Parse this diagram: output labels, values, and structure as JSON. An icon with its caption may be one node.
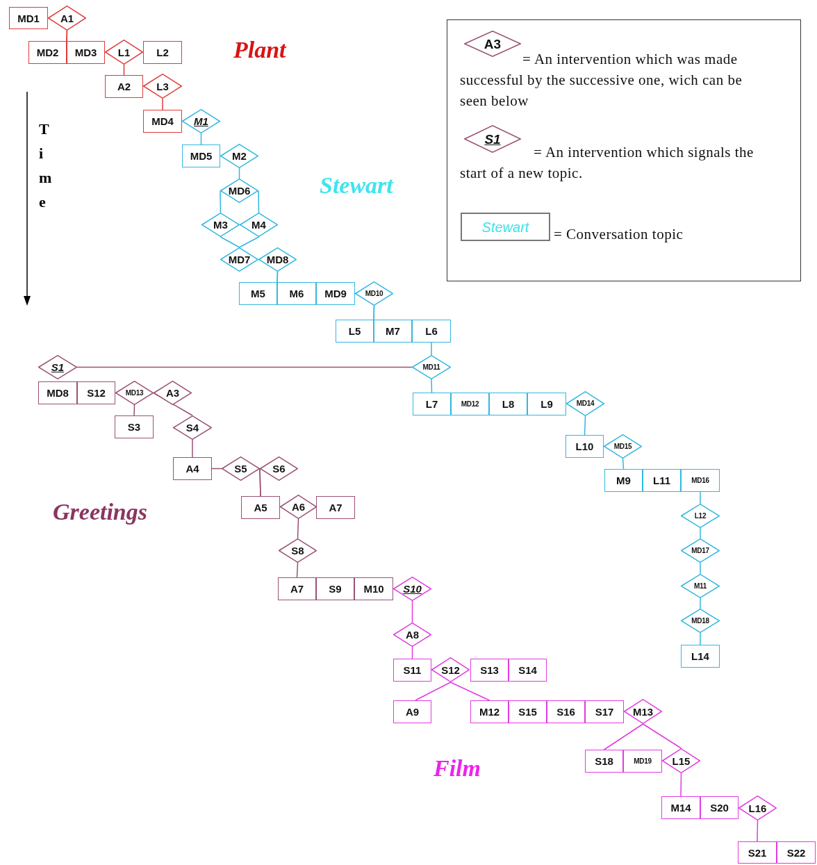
{
  "diagram": {
    "nodes": [
      {
        "text": [
          "MD1"
        ]
      },
      {
        "text": [
          "A1"
        ]
      },
      {
        "text": [
          "MD2"
        ]
      },
      {
        "text": [
          "MD3"
        ]
      },
      {
        "text": [
          "L1"
        ]
      },
      {
        "text": [
          "L2"
        ]
      },
      {
        "text": [
          "A2"
        ]
      },
      {
        "text": [
          "L3"
        ]
      },
      {
        "text": [
          "MD4"
        ]
      },
      {
        "text": [
          "M1"
        ]
      },
      {
        "text": [
          "MD5"
        ]
      },
      {
        "text": [
          "M2"
        ]
      },
      {
        "text": [
          "MD6"
        ]
      },
      {
        "text": [
          "M3"
        ]
      },
      {
        "text": [
          "M4"
        ]
      },
      {
        "text": [
          "MD7"
        ]
      },
      {
        "text": [
          "MD8"
        ]
      },
      {
        "text": [
          "M5"
        ]
      },
      {
        "text": [
          "M6"
        ]
      },
      {
        "text": [
          "MD9"
        ]
      },
      {
        "text": [
          "MD10"
        ]
      },
      {
        "text": [
          "L5"
        ]
      },
      {
        "text": [
          "M7"
        ]
      },
      {
        "text": [
          "L6"
        ]
      },
      {
        "text": [
          "MD11"
        ]
      },
      {
        "text": [
          "S1"
        ]
      },
      {
        "text": [
          "MD8"
        ]
      },
      {
        "text": [
          "S12"
        ]
      },
      {
        "text": [
          "MD13"
        ]
      },
      {
        "text": [
          "A3"
        ]
      },
      {
        "text": [
          "S3"
        ]
      },
      {
        "text": [
          "S4"
        ]
      },
      {
        "text": [
          "A4"
        ]
      },
      {
        "text": [
          "S5"
        ]
      },
      {
        "text": [
          "S6"
        ]
      },
      {
        "text": [
          "A5"
        ]
      },
      {
        "text": [
          "A6"
        ]
      },
      {
        "text": [
          "A7"
        ]
      },
      {
        "text": [
          "S8"
        ]
      },
      {
        "text": [
          "A7"
        ]
      },
      {
        "text": [
          "S9"
        ]
      },
      {
        "text": [
          "M10"
        ]
      },
      {
        "text": [
          "L7"
        ]
      },
      {
        "text": [
          "MD12"
        ]
      },
      {
        "text": [
          "L8"
        ]
      },
      {
        "text": [
          "L9"
        ]
      },
      {
        "text": [
          "MD14"
        ]
      },
      {
        "text": [
          "L10"
        ]
      },
      {
        "text": [
          "MD15"
        ]
      },
      {
        "text": [
          "M9"
        ]
      },
      {
        "text": [
          "L11"
        ]
      },
      {
        "text": [
          "MD16"
        ]
      },
      {
        "text": [
          "L12"
        ]
      },
      {
        "text": [
          "MD17"
        ]
      },
      {
        "text": [
          "M11"
        ]
      },
      {
        "text": [
          "MD18"
        ]
      },
      {
        "text": [
          "L14"
        ]
      },
      {
        "text": [
          "S10"
        ]
      },
      {
        "text": [
          "A8"
        ]
      },
      {
        "text": [
          "S11"
        ]
      },
      {
        "text": [
          "S12"
        ]
      },
      {
        "text": [
          "S13"
        ]
      },
      {
        "text": [
          "S14"
        ]
      },
      {
        "text": [
          "A9"
        ]
      },
      {
        "text": [
          "M12"
        ]
      },
      {
        "text": [
          "S15"
        ]
      },
      {
        "text": [
          "S16"
        ]
      },
      {
        "text": [
          "S17"
        ]
      },
      {
        "text": [
          "M13"
        ]
      },
      {
        "text": [
          "S18"
        ]
      },
      {
        "text": [
          "MD19"
        ]
      },
      {
        "text": [
          "L15"
        ]
      },
      {
        "text": [
          "M14"
        ]
      },
      {
        "text": [
          "S20"
        ]
      },
      {
        "text": [
          "L16"
        ]
      },
      {
        "text": [
          "S21"
        ]
      },
      {
        "text": [
          "S22"
        ]
      },
      {
        "text": [
          "A3"
        ]
      },
      {
        "text": [
          "S1"
        ]
      },
      {
        "text": [
          "Stewart"
        ]
      }
    ],
    "edges": [
      {
        "from": 1,
        "to": 2,
        "arrow": "none",
        "color": "#e03a3a"
      },
      {
        "from": 1,
        "to": 3,
        "arrow": "none",
        "color": "#e03a3a"
      },
      {
        "from": 4,
        "to": 6,
        "arrow": "none",
        "color": "#e03a3a"
      },
      {
        "from": 7,
        "to": 8,
        "arrow": "none",
        "color": "#e03a3a"
      },
      {
        "from": 9,
        "to": 10,
        "arrow": "none"
      },
      {
        "from": 11,
        "to": 12,
        "arrow": "none"
      },
      {
        "from": 12,
        "to": 13,
        "arrow": "none"
      },
      {
        "from": 12,
        "to": 14,
        "arrow": "none"
      },
      {
        "from": 13,
        "to": 15,
        "arrow": "none"
      },
      {
        "from": 14,
        "to": 15,
        "arrow": "none"
      },
      {
        "from": 16,
        "to": 17,
        "arrow": "none"
      },
      {
        "from": 16,
        "to": 18,
        "arrow": "none"
      },
      {
        "from": 20,
        "to": 21,
        "arrow": "none"
      },
      {
        "from": 20,
        "to": 22,
        "arrow": "none"
      },
      {
        "from": 23,
        "to": 24,
        "arrow": "none"
      },
      {
        "from": 24,
        "to": 25,
        "arrow": "none",
        "color": "#9a5074"
      },
      {
        "from": 24,
        "to": 42,
        "arrow": "none"
      },
      {
        "from": 28,
        "to": 30,
        "arrow": "none",
        "color": "#9a5074"
      },
      {
        "from": 29,
        "to": 31,
        "arrow": "none",
        "color": "#9a5074"
      },
      {
        "from": 31,
        "to": 32,
        "arrow": "none",
        "color": "#9a5074"
      },
      {
        "from": 32,
        "to": 33,
        "arrow": "none",
        "color": "#9a5074"
      },
      {
        "from": 33,
        "to": 35,
        "arrow": "none",
        "color": "#9a5074"
      },
      {
        "from": 34,
        "to": 35,
        "arrow": "none",
        "color": "#9a5074"
      },
      {
        "from": 36,
        "to": 38,
        "arrow": "none",
        "color": "#9a5074"
      },
      {
        "from": 38,
        "to": 39,
        "arrow": "none",
        "color": "#9a5074"
      },
      {
        "from": 46,
        "to": 47,
        "arrow": "none"
      },
      {
        "from": 48,
        "to": 49,
        "arrow": "none"
      },
      {
        "from": 51,
        "to": 52,
        "arrow": "none"
      },
      {
        "from": 52,
        "to": 53,
        "arrow": "none"
      },
      {
        "from": 53,
        "to": 54,
        "arrow": "none"
      },
      {
        "from": 54,
        "to": 55,
        "arrow": "none"
      },
      {
        "from": 55,
        "to": 56,
        "arrow": "none"
      },
      {
        "from": 57,
        "to": 58,
        "arrow": "none",
        "color": "#e03ce0"
      },
      {
        "from": 58,
        "to": 59,
        "arrow": "none",
        "color": "#e03ce0"
      },
      {
        "from": 60,
        "to": 63,
        "arrow": "none",
        "color": "#e03ce0"
      },
      {
        "from": 60,
        "to": 64,
        "arrow": "none",
        "color": "#e03ce0"
      },
      {
        "from": 68,
        "to": 69,
        "arrow": "none",
        "color": "#e03ce0"
      },
      {
        "from": 68,
        "to": 71,
        "arrow": "none",
        "color": "#e03ce0"
      },
      {
        "from": 71,
        "to": 72,
        "arrow": "none",
        "color": "#e03ce0"
      },
      {
        "from": 74,
        "to": 75,
        "arrow": "none",
        "color": "#e03ce0"
      }
    ],
    "labels": [
      "Plant",
      "Time",
      "Stewart",
      "Greetings",
      "Film"
    ],
    "legend": [
      {
        "text": "= An intervention which was made successful by the successive one, wich can be seen below"
      },
      {
        "text": "= An intervention which signals the start of a new topic."
      },
      {
        "text": "= Conversation topic"
      }
    ]
  }
}
